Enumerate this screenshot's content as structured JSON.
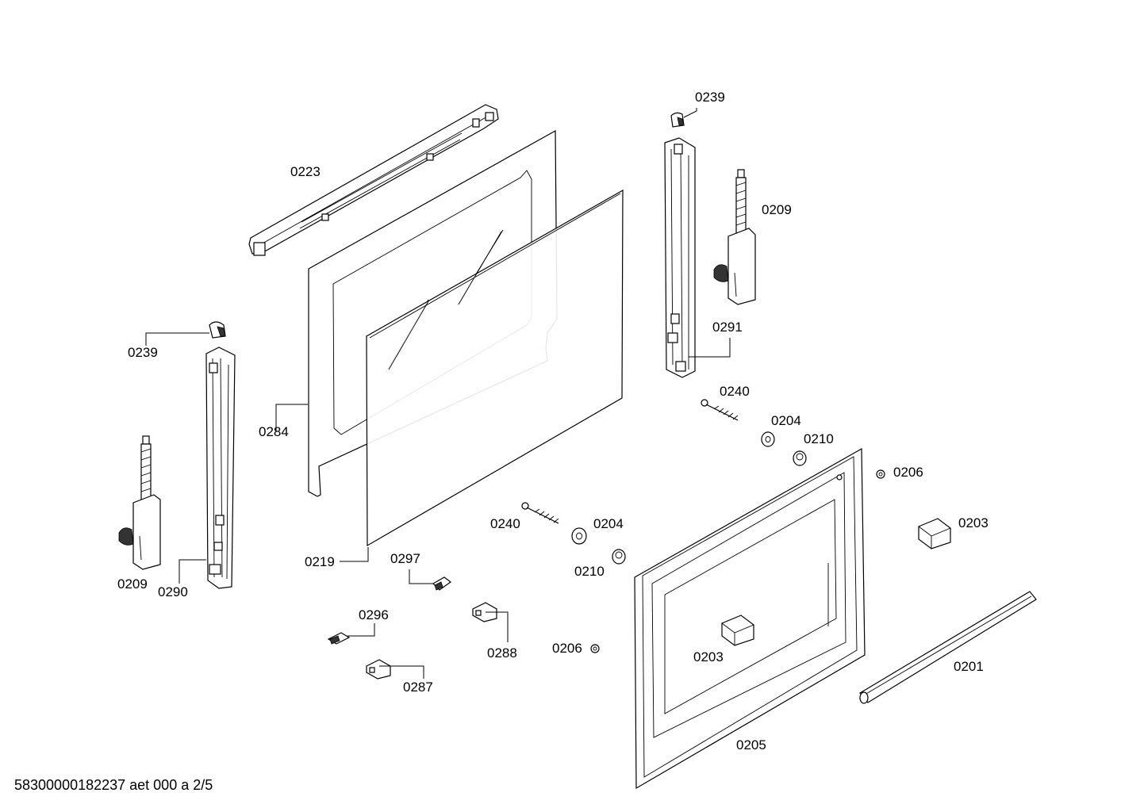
{
  "labels": {
    "p0223": "0223",
    "p0239_right": "0239",
    "p0209_right": "0209",
    "p0291": "0291",
    "p0240_upper": "0240",
    "p0204_upper": "0204",
    "p0210_upper": "0210",
    "p0206_right": "0206",
    "p0203_right": "0203",
    "p0239_left": "0239",
    "p0284": "0284",
    "p0219": "0219",
    "p0209_left": "0209",
    "p0290": "0290",
    "p0240_lower": "0240",
    "p0204_lower": "0204",
    "p0210_lower": "0210",
    "p0297": "0297",
    "p0296": "0296",
    "p0288": "0288",
    "p0287": "0287",
    "p0206_lower": "0206",
    "p0203_inner": "0203",
    "p0205": "0205",
    "p0201": "0201"
  },
  "footer": "58300000182237 aet 000 a 2/5"
}
